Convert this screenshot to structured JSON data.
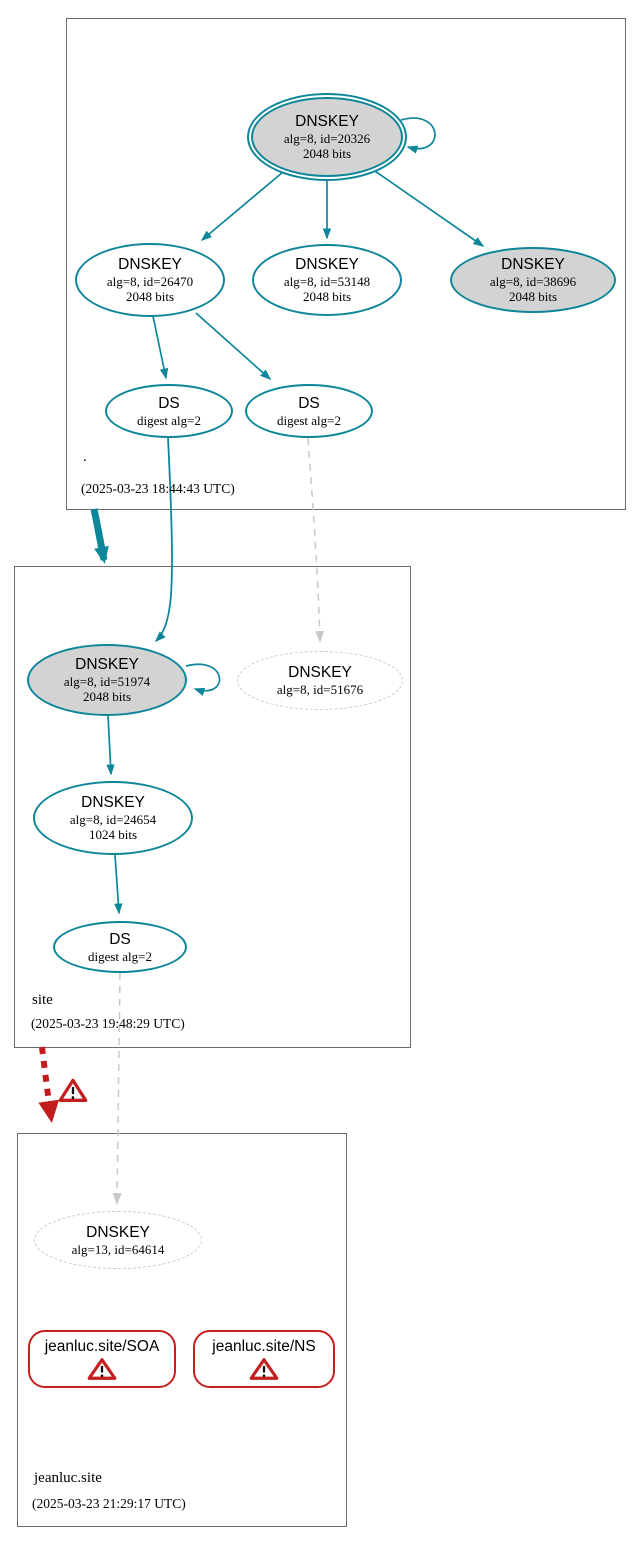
{
  "diagram": {
    "kind": "dnssec-authentication-chain",
    "colors": {
      "secure_teal": "#0e8699",
      "key_gray_fill": "#d3d3d3",
      "missing_dashed_gray": "#c9c9c9",
      "error_red": "#c41f1f",
      "zone_box_border": "#6b6b6b"
    },
    "icons": {
      "warning": "warning-triangle"
    },
    "zones": [
      {
        "label": ".",
        "timestamp": "(2025-03-23 18:44:43 UTC)",
        "nodes": [
          {
            "title": "DNSKEY",
            "detail": "alg=8, id=20326",
            "detail2": "2048 bits"
          },
          {
            "title": "DNSKEY",
            "detail": "alg=8, id=26470",
            "detail2": "2048 bits"
          },
          {
            "title": "DNSKEY",
            "detail": "alg=8, id=53148",
            "detail2": "2048 bits"
          },
          {
            "title": "DNSKEY",
            "detail": "alg=8, id=38696",
            "detail2": "2048 bits"
          },
          {
            "title": "DS",
            "detail": "digest alg=2"
          },
          {
            "title": "DS",
            "detail": "digest alg=2"
          }
        ]
      },
      {
        "label": "site",
        "timestamp": "(2025-03-23 19:48:29 UTC)",
        "nodes": [
          {
            "title": "DNSKEY",
            "detail": "alg=8, id=51974",
            "detail2": "2048 bits"
          },
          {
            "title": "DNSKEY",
            "detail": "alg=8, id=51676"
          },
          {
            "title": "DNSKEY",
            "detail": "alg=8, id=24654",
            "detail2": "1024 bits"
          },
          {
            "title": "DS",
            "detail": "digest alg=2"
          }
        ]
      },
      {
        "label": "jeanluc.site",
        "timestamp": "(2025-03-23 21:29:17 UTC)",
        "nodes": [
          {
            "title": "DNSKEY",
            "detail": "alg=13, id=64614"
          },
          {
            "title": "jeanluc.site/SOA"
          },
          {
            "title": "jeanluc.site/NS"
          }
        ]
      }
    ]
  }
}
